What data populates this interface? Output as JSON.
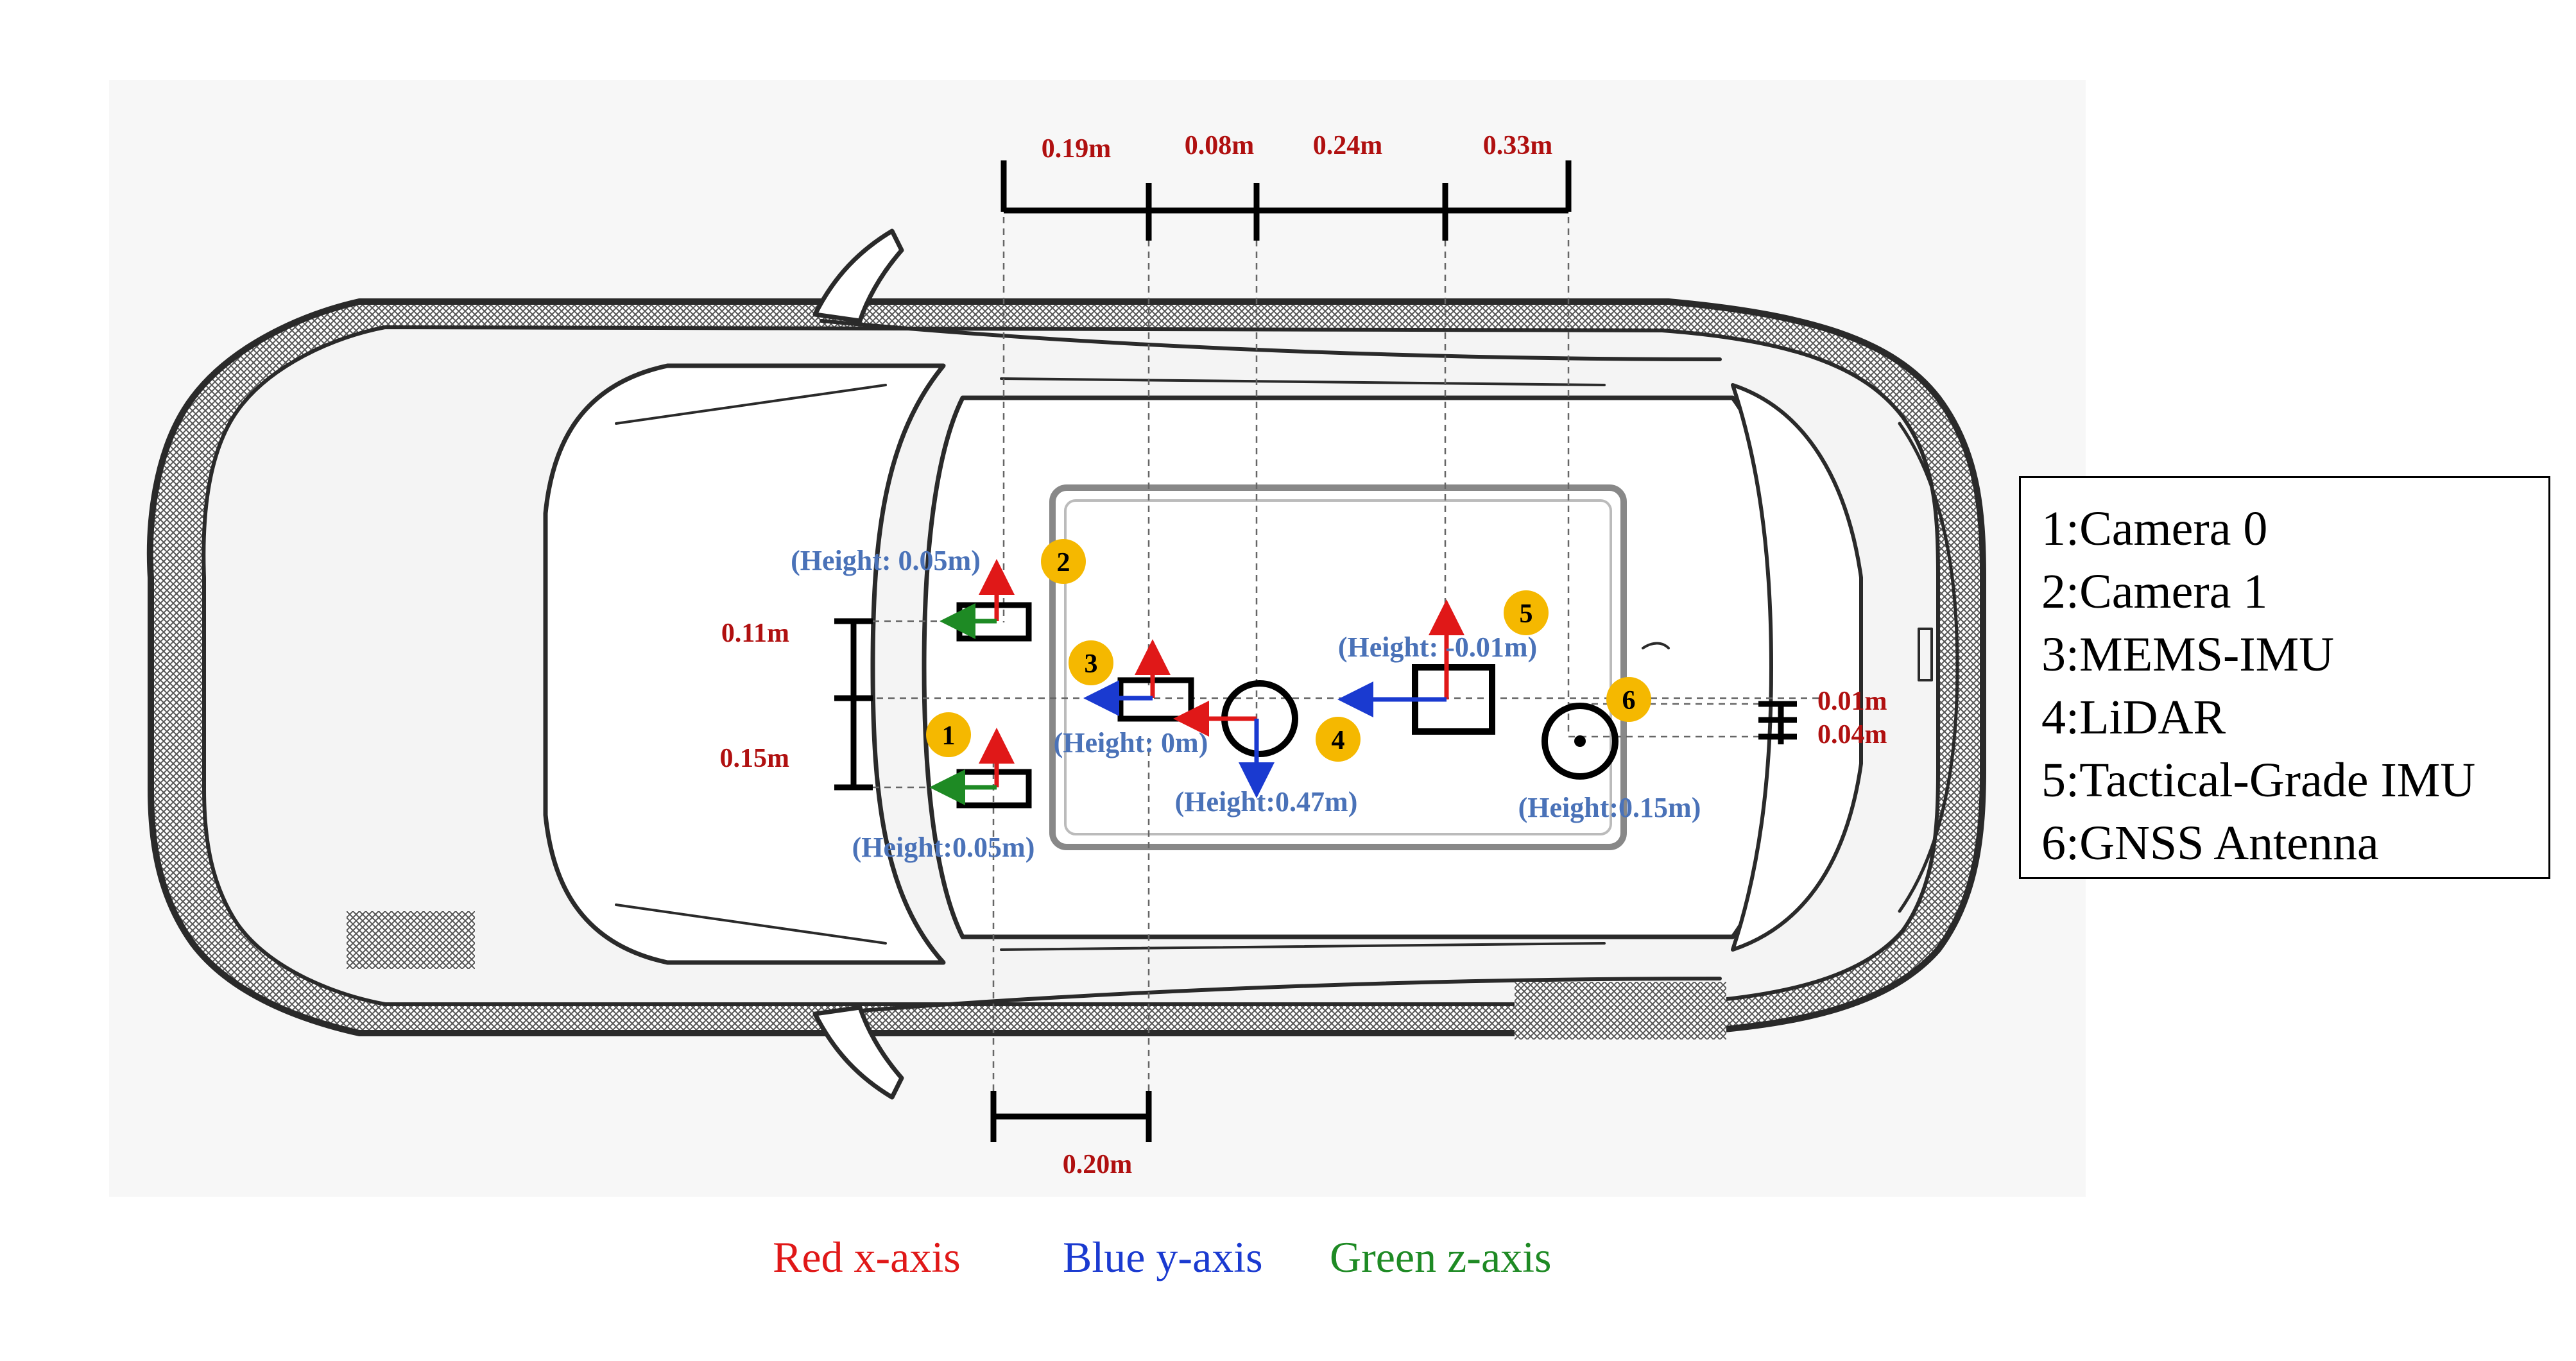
{
  "colors": {
    "dimension_text": "#b01010",
    "height_text": "#4a72b8",
    "badge_fill": "#f5b800",
    "x_axis": "#e01818",
    "y_axis": "#1a3ad0",
    "z_axis": "#1e8a24",
    "outline": "#000000"
  },
  "dimensions": {
    "top": [
      "0.19m",
      "0.08m",
      "0.24m",
      "0.33m"
    ],
    "left_upper": "0.11m",
    "left_lower": "0.15m",
    "right_upper": "0.01m",
    "right_lower": "0.04m",
    "bottom": "0.20m"
  },
  "sensors": [
    {
      "badge": "1",
      "height_label": "(Height:0.05m)"
    },
    {
      "badge": "2",
      "height_label": "(Height: 0.05m)"
    },
    {
      "badge": "3",
      "height_label": "(Height: 0m)"
    },
    {
      "badge": "4",
      "height_label": "(Height:0.47m)"
    },
    {
      "badge": "5",
      "height_label": "(Height: -0.01m)"
    },
    {
      "badge": "6",
      "height_label": "(Height:0.15m)"
    }
  ],
  "legend": [
    "1:Camera 0",
    "2:Camera 1",
    "3:MEMS-IMU",
    "4:LiDAR",
    "5:Tactical-Grade IMU",
    "6:GNSS Antenna"
  ],
  "axis_legend": {
    "x": "Red x-axis",
    "y": "Blue y-axis",
    "z": "Green z-axis"
  }
}
